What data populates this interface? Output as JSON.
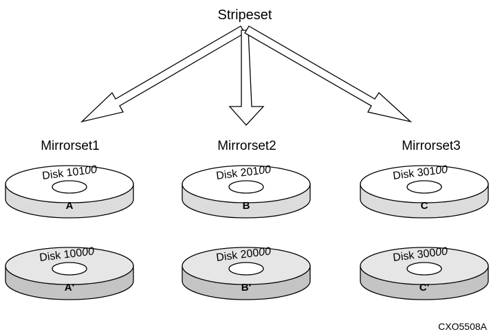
{
  "title": "Stripeset",
  "figure_id": "CXO5508A",
  "colors": {
    "primary_disk_top": "#ffffff",
    "primary_disk_side": "#dcdcdc",
    "mirror_disk_top": "#e6e6e6",
    "mirror_disk_side": "#c4c4c4",
    "stroke": "#000000"
  },
  "mirrorsets": [
    {
      "name": "Mirrorset1",
      "disks": [
        {
          "text_main": "Disk 101",
          "text_tail": "00",
          "label": "A"
        },
        {
          "text_main": "Disk 100",
          "text_tail": "00",
          "label": "A'"
        }
      ]
    },
    {
      "name": "Mirrorset2",
      "disks": [
        {
          "text_main": "Disk 201",
          "text_tail": "00",
          "label": "B"
        },
        {
          "text_main": "Disk 200",
          "text_tail": "00",
          "label": "B'"
        }
      ]
    },
    {
      "name": "Mirrorset3",
      "disks": [
        {
          "text_main": "Disk 301",
          "text_tail": "00",
          "label": "C"
        },
        {
          "text_main": "Disk 300",
          "text_tail": "00",
          "label": "C'"
        }
      ]
    }
  ]
}
